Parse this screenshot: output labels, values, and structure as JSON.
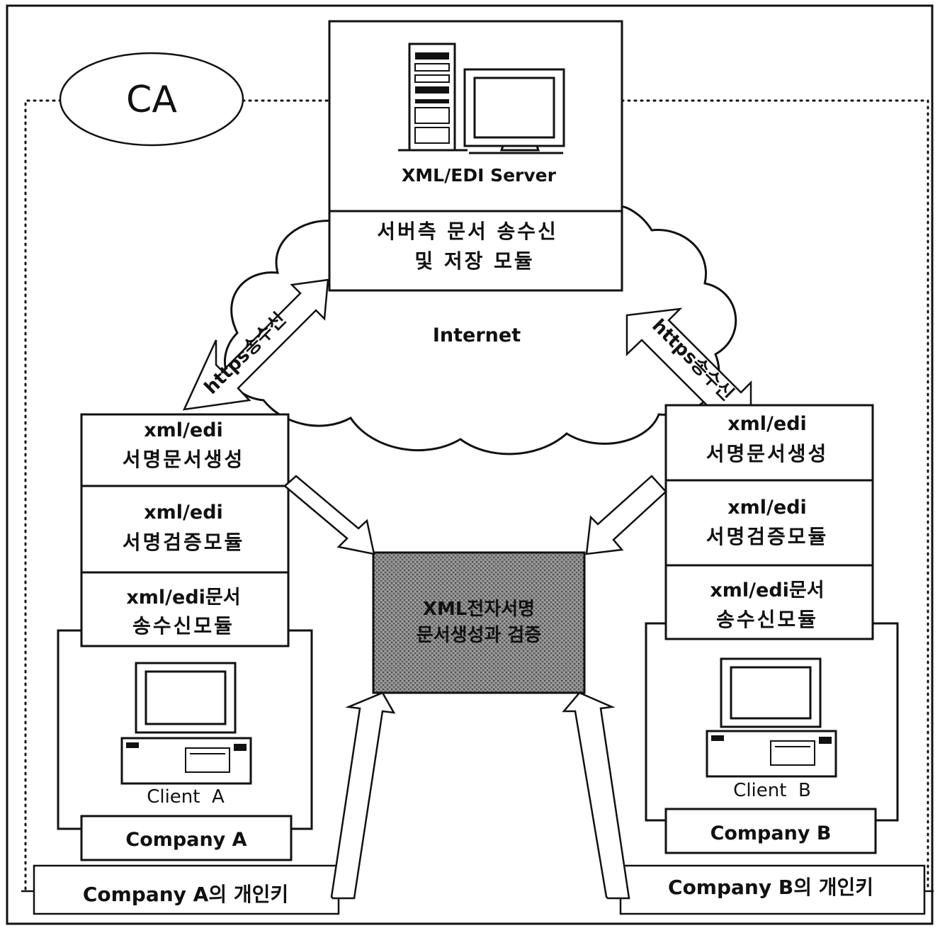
{
  "ca_label": "CA",
  "server": {
    "name": "XML/EDI Server",
    "module_line1": "서버측 문서 송수신",
    "module_line2": "및 저장 모듈"
  },
  "internet_label": "Internet",
  "https_left": "https송수신",
  "https_right": "https송수신",
  "center_box": {
    "line1": "XML전자서명",
    "line2": "문서생성과 검증"
  },
  "client_a": {
    "module1_line1": "xml/edi",
    "module1_line2": "서명문서생성",
    "module2_line1": "xml/edi",
    "module2_line2": "서명검증모듈",
    "module3_line1": "xml/edi문서",
    "module3_line2": "송수신모듈",
    "client_label": "Client  A",
    "company_label": "Company A",
    "key_label": "Company A의 개인키"
  },
  "client_b": {
    "module1_line1": "xml/edi",
    "module1_line2": "서명문서생성",
    "module2_line1": "xml/edi",
    "module2_line2": "서명검증모듈",
    "module3_line1": "xml/edi문서",
    "module3_line2": "송수신모듈",
    "client_label": "Client  B",
    "company_label": "Company B",
    "key_label": "Company B의 개인키"
  }
}
